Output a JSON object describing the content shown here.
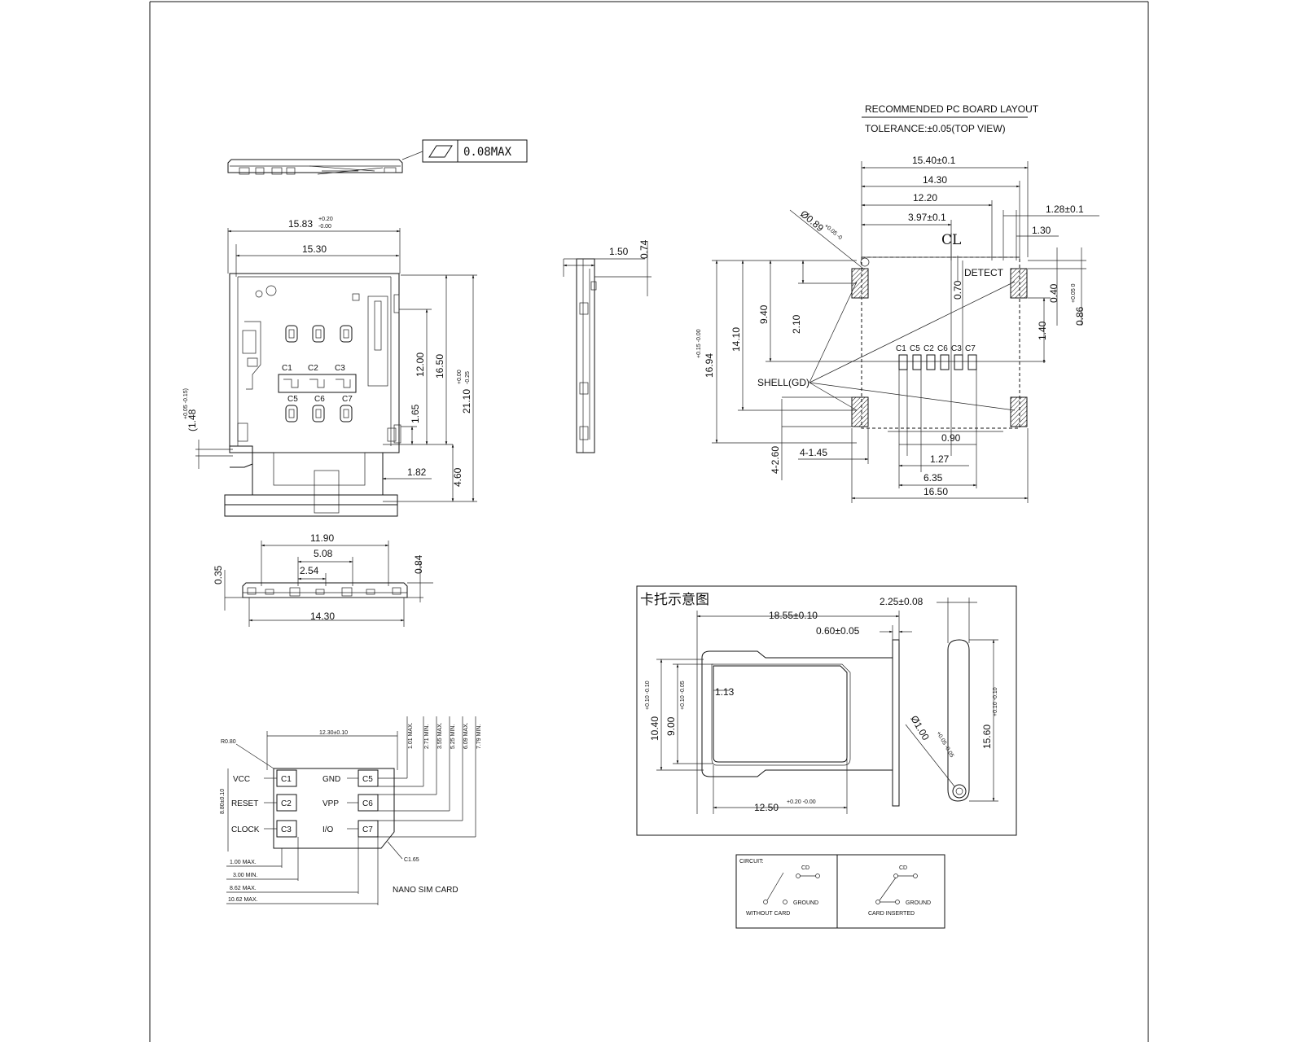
{
  "flatness": {
    "value": "0.08MAX"
  },
  "top_view": {
    "width_total": "15.83",
    "width_total_tol_plus": "+0.20",
    "width_total_tol_minus": "-0.00",
    "width_inner": "15.30",
    "height_total": "21.10",
    "height_tol_plus": "+0.00",
    "height_tol_minus": "-0.25",
    "height_16_50": "16.50",
    "height_12_00": "12.00",
    "height_1_65": "1.65",
    "height_4_60": "4.60",
    "offset_1_82": "1.82",
    "left_1_48": "(1.48",
    "left_1_48_tol": "+0.05 -0.15)",
    "contacts_top": [
      "C1",
      "C2",
      "C3"
    ],
    "contacts_bottom": [
      "C5",
      "C6",
      "C7"
    ]
  },
  "side_view": {
    "width": "1.50",
    "height": "0.74"
  },
  "front_view": {
    "w_11_90": "11.90",
    "w_5_08": "5.08",
    "w_2_54": "2.54",
    "w_14_30": "14.30",
    "h_0_35": "0.35",
    "h_0_84": "0.84"
  },
  "pcb_layout": {
    "title": "RECOMMENDED  PC  BOARD  LAYOUT",
    "tolerance": "TOLERANCE:±0.05(TOP  VIEW)",
    "dim_15_40": "15.40±0.1",
    "dim_14_30": "14.30",
    "dim_12_20": "12.20",
    "dim_3_97": "3.97±0.1",
    "dim_1_28": "1.28±0.1",
    "dim_1_30": "1.30",
    "hole": "Ø0.89",
    "hole_tol": "+0.05 -0",
    "centerline": "CL",
    "detect": "DETECT",
    "dim_0_70": "0.70",
    "dim_0_40": "0.40",
    "dim_0_86": "0.86",
    "dim_0_86_tol": "+0.05 0",
    "dim_1_40": "1.40",
    "dim_16_94": "16.94",
    "dim_16_94_tol": "+0.15 -0.00",
    "dim_14_10": "14.10",
    "dim_9_40": "9.40",
    "dim_2_10": "2.10",
    "shell": "SHELL(GD)",
    "pads": [
      "C1",
      "C5",
      "C2",
      "C6",
      "C3",
      "C7"
    ],
    "dim_4_2_60": "4-2.60",
    "dim_4_1_45": "4-1.45",
    "dim_0_90": "0.90",
    "dim_1_27": "1.27",
    "dim_6_35": "6.35",
    "dim_16_50": "16.50"
  },
  "sim_card": {
    "label": "NANO  SIM  CARD",
    "width": "12.30±0.10",
    "height": "8.80±0.10",
    "corner": "R0.80",
    "chamfer": "C1.65",
    "pins_left": [
      {
        "name": "VCC",
        "pad": "C1"
      },
      {
        "name": "RESET",
        "pad": "C2"
      },
      {
        "name": "CLOCK",
        "pad": "C3"
      }
    ],
    "pins_right": [
      {
        "name": "GND",
        "pad": "C5"
      },
      {
        "name": "VPP",
        "pad": "C6"
      },
      {
        "name": "I/O",
        "pad": "C7"
      }
    ],
    "h_dims": [
      "1.00 MAX.",
      "3.00 MIN.",
      "8.62 MAX.",
      "10.62 MAX."
    ],
    "v_dims": [
      "1.01 MAX.",
      "2.71 MIN.",
      "3.55 MAX.",
      "5.25 MIN.",
      "6.09 MAX.",
      "7.79 MIN."
    ]
  },
  "tray": {
    "title": "卡托示意图",
    "dim_18_55": "18.55±0.10",
    "dim_0_60": "0.60±0.05",
    "dim_2_25": "2.25±0.08",
    "dim_1_13": "1.13",
    "dim_10_40": "10.40",
    "dim_10_40_tol": "+0.10 -0.10",
    "dim_9_00": "9.00",
    "dim_9_00_tol": "+0.10 -0.05",
    "dim_12_50": "12.50",
    "dim_12_50_tol": "+0.20 -0.00",
    "dim_15_60": "15.60",
    "dim_15_60_tol": "+0.10 -0.10",
    "dim_hole": "Ø1.00",
    "dim_hole_tol": "+0.05 -0.05"
  },
  "circuit": {
    "label": "CIRCUIT:",
    "cd": "CD",
    "ground": "GROUND",
    "without_card": "WITHOUT    CARD",
    "card_inserted": "CARD  INSERTED"
  }
}
